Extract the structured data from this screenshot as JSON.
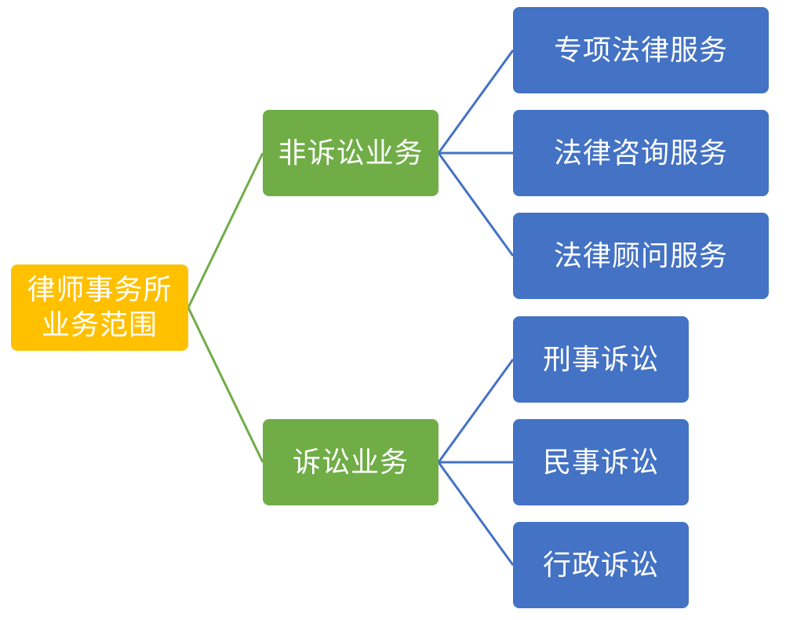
{
  "root": {
    "label": "律师事务所\n业务范围",
    "color": "#FFC000"
  },
  "branches": [
    {
      "label": "非诉讼业务",
      "color": "#70AD47",
      "children": [
        "专项法律服务",
        "法律咨询服务",
        "法律顾问服务"
      ]
    },
    {
      "label": "诉讼业务",
      "color": "#70AD47",
      "children": [
        "刑事诉讼",
        "民事诉讼",
        "行政诉讼"
      ]
    }
  ],
  "leaf_color": "#4472C4",
  "connector_colors": {
    "root_to_branch": "#70AD47",
    "branch_to_leaf": "#4472C4"
  }
}
